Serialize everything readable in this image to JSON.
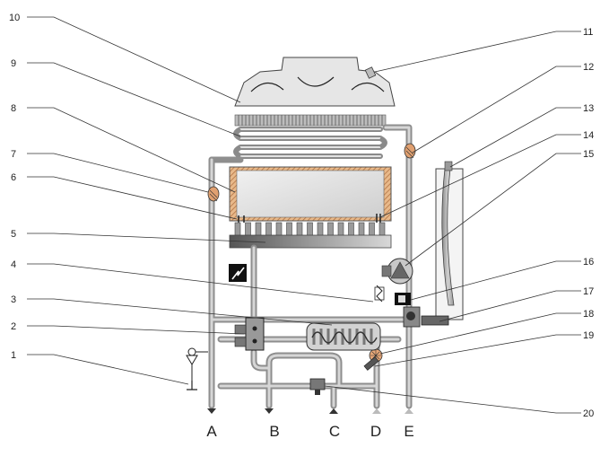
{
  "callouts": [
    {
      "id": "1",
      "label": "1"
    },
    {
      "id": "2",
      "label": "2"
    },
    {
      "id": "3",
      "label": "3"
    },
    {
      "id": "4",
      "label": "4"
    },
    {
      "id": "5",
      "label": "5"
    },
    {
      "id": "6",
      "label": "6"
    },
    {
      "id": "7",
      "label": "7"
    },
    {
      "id": "8",
      "label": "8"
    },
    {
      "id": "9",
      "label": "9"
    },
    {
      "id": "10",
      "label": "10"
    },
    {
      "id": "11",
      "label": "11"
    },
    {
      "id": "12",
      "label": "12"
    },
    {
      "id": "13",
      "label": "13"
    },
    {
      "id": "14",
      "label": "14"
    },
    {
      "id": "15",
      "label": "15"
    },
    {
      "id": "16",
      "label": "16"
    },
    {
      "id": "17",
      "label": "17"
    },
    {
      "id": "18",
      "label": "18"
    },
    {
      "id": "19",
      "label": "19"
    },
    {
      "id": "20",
      "label": "20"
    }
  ],
  "ports": [
    {
      "id": "A",
      "label": "A"
    },
    {
      "id": "B",
      "label": "B"
    },
    {
      "id": "C",
      "label": "C"
    },
    {
      "id": "D",
      "label": "D"
    },
    {
      "id": "E",
      "label": "E"
    }
  ]
}
